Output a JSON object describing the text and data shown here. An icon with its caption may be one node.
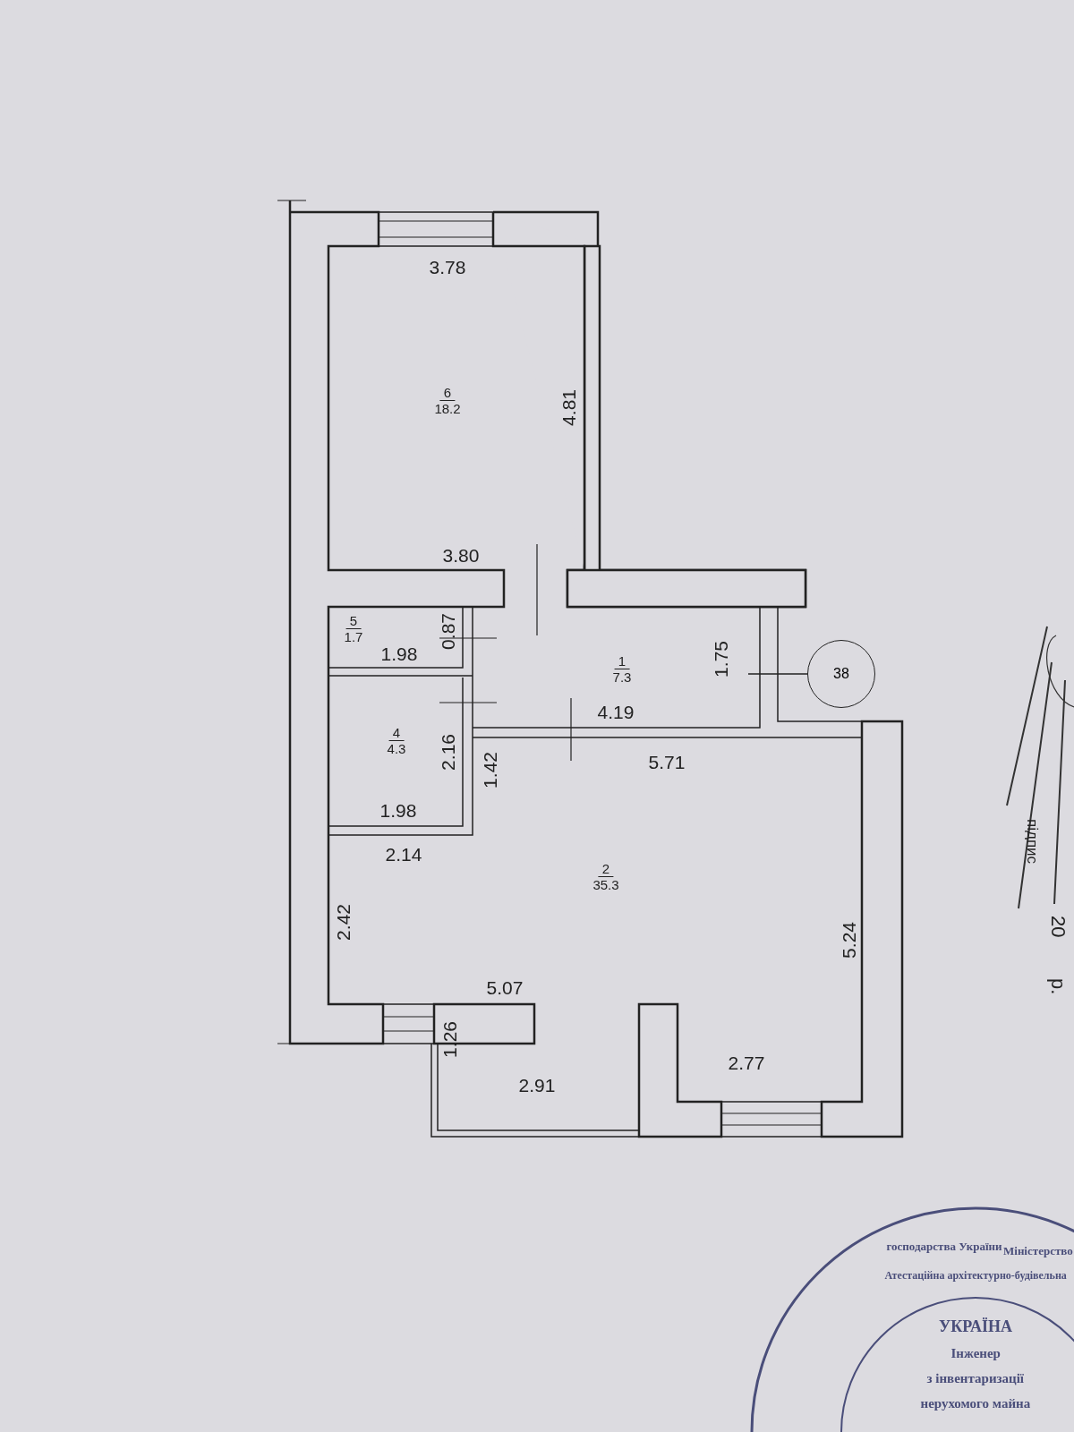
{
  "diagram": {
    "nodes": [
      {
        "text": [
          "6",
          "18.2"
        ]
      },
      {
        "text": [
          "5",
          "1.7"
        ]
      },
      {
        "text": [
          "1",
          "7.3"
        ]
      },
      {
        "text": [
          "4",
          "4.3"
        ]
      },
      {
        "text": [
          "2",
          "35.3"
        ]
      },
      {
        "text": [
          "38"
        ]
      }
    ],
    "edges": [
      {
        "from": null,
        "to": 5,
        "arrow": "none"
      }
    ],
    "labels": [
      "3.78",
      "4.81",
      "3.80",
      "0.87",
      "1.98",
      "1.75",
      "4.19",
      "2.16",
      "1.42",
      "5.71",
      "1.98",
      "2.14",
      "2.42",
      "5.24",
      "5.07",
      "1.26",
      "2.77",
      "2.91",
      "підпис",
      "20",
      "р.",
      "господарства України",
      "Міністерство",
      "Атестаційна архітектурно-будівельна",
      "УКРАЇНА",
      "Інженер",
      "з інвентаризації",
      "нерухомого майна"
    ]
  }
}
